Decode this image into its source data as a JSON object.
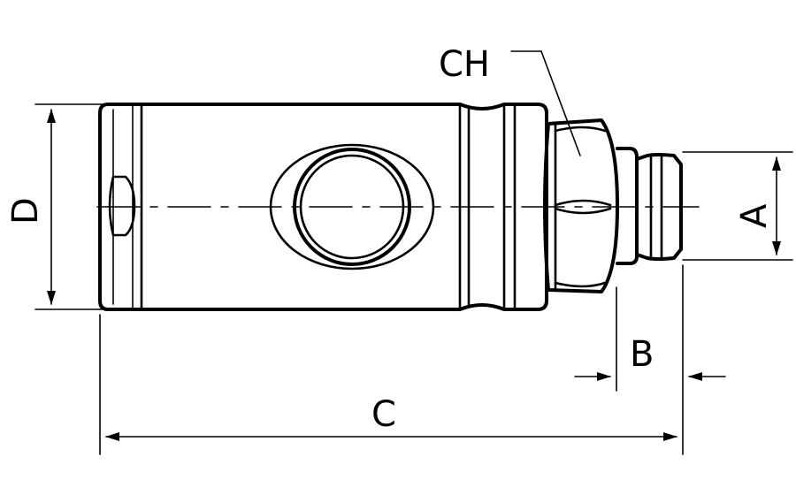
{
  "labels": {
    "d": "D",
    "ch": "CH",
    "a": "A",
    "b": "B",
    "c": "C"
  }
}
